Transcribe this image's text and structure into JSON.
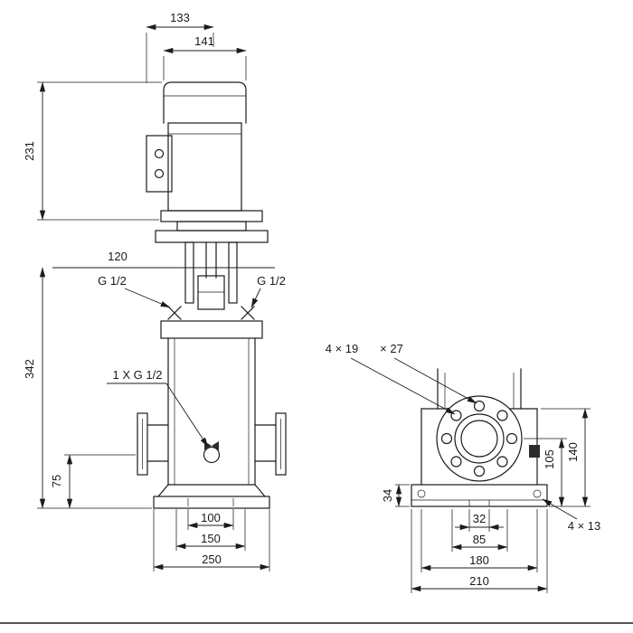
{
  "page": {
    "background": "#ffffff",
    "line_color": "#1c1c1c"
  },
  "drawing": {
    "front_view": {
      "dim_133": "133",
      "dim_141": "141",
      "dim_231": "231",
      "dim_120": "120",
      "dim_342": "342",
      "dim_75": "75",
      "port_left_label": "G 1/2",
      "port_right_label": "G 1/2",
      "drain_label": "1 X G 1/2",
      "dim_100": "100",
      "dim_150": "150",
      "dim_250": "250"
    },
    "side_view": {
      "holes_label": "4 × 19",
      "counterbore_label": "× 27",
      "dim_105": "105",
      "dim_140": "140",
      "dim_34": "34",
      "dim_32": "32",
      "dim_85": "85",
      "dim_180": "180",
      "dim_210": "210",
      "base_holes_label": "4 × 13"
    }
  }
}
